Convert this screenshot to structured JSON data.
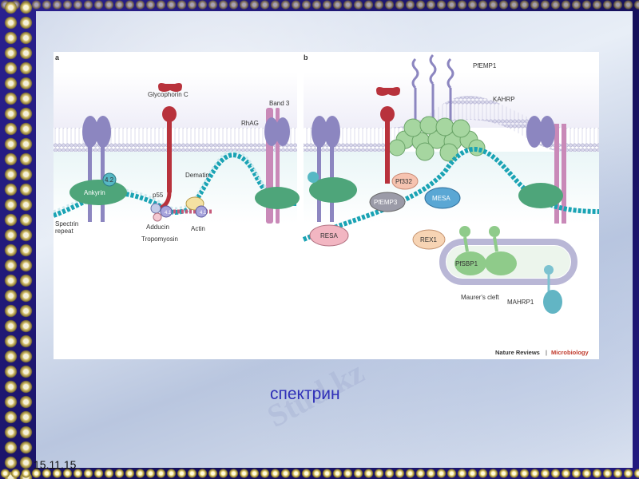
{
  "panel_a": {
    "letter": "a",
    "glycophorin": "Glycophorin C",
    "band3": "Band 3",
    "rhag": "RhAG",
    "ankyrin": "Ankyrin",
    "p42": "4.2",
    "p55": "p55",
    "dematin": "Dematin",
    "adducin": "Adducin",
    "tropomyosin": "Tropomyosin",
    "actin": "Actin",
    "spectrin": "Spectrin\nrepeat",
    "p41": "4.1"
  },
  "panel_b": {
    "letter": "b",
    "pfemp1": "PfEMP1",
    "kahrp": "KAHRP",
    "pf332": "Pf332",
    "pfemp3": "PfEMP3",
    "mesa": "MESA",
    "resa": "RESA",
    "rex1": "REX1",
    "pfsbp1": "PfSBP1",
    "maurers": "Maurer's cleft",
    "mahrp1": "MAHRP1"
  },
  "credit": {
    "journal": "Nature Reviews",
    "sep": "|",
    "section": "Microbiology"
  },
  "caption": "спектрин",
  "date": "15.11.15",
  "watermark": "Stud.kz",
  "colors": {
    "membrane": "#b9b7d6",
    "protein_purple": "#8c86c0",
    "ankyrin_green": "#4ea57a",
    "spectrin_teal": "#1aa3b4",
    "glycophorin_red": "#b8323c",
    "knob_green": "#a6d6a0",
    "caption_blue": "#2f2fb8"
  }
}
